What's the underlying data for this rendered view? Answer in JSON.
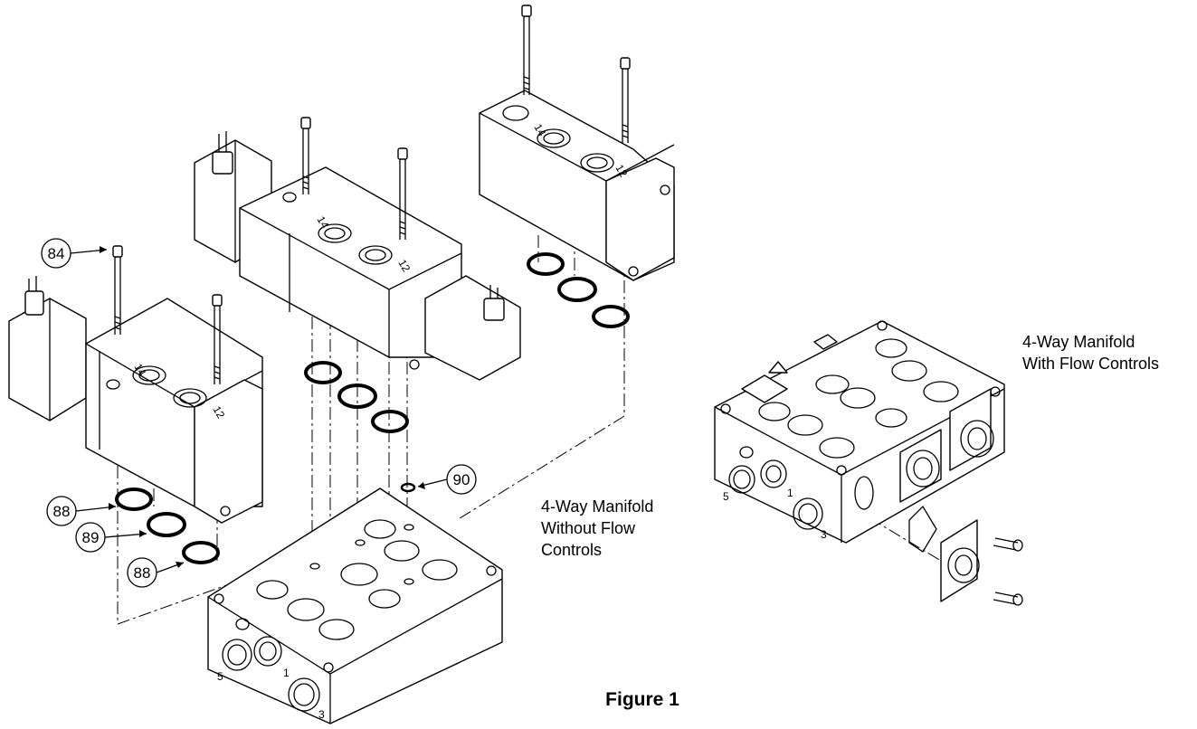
{
  "caption": "Figure 1",
  "labels": {
    "without_flow_controls": [
      "4-Way Manifold",
      "Without Flow",
      "Controls"
    ],
    "with_flow_controls": [
      "4-Way Manifold",
      "With Flow Controls"
    ]
  },
  "callouts": [
    "84",
    "88",
    "89",
    "88",
    "90"
  ],
  "port_numbers": {
    "manifold_left": [
      "5",
      "1",
      "3"
    ],
    "manifold_right": [
      "5",
      "1",
      "3"
    ],
    "valve_ports": [
      "14",
      "12"
    ]
  }
}
